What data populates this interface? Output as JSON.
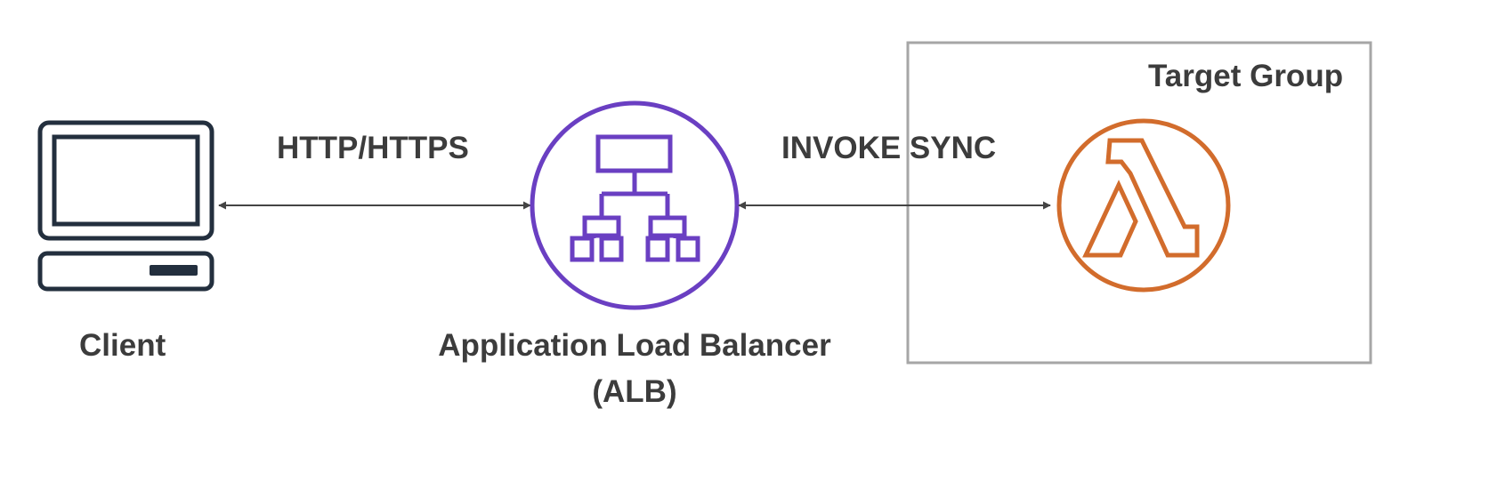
{
  "labels": {
    "client": "Client",
    "protocol": "HTTP/HTTPS",
    "alb_line1": "Application Load Balancer",
    "alb_line2": "(ALB)",
    "invoke": "INVOKE SYNC",
    "target_group": "Target Group"
  },
  "icons": {
    "client": "desktop-computer-icon",
    "alb": "load-balancer-icon",
    "lambda": "lambda-icon"
  },
  "colors": {
    "text": "#3c3c3c",
    "alb": "#6a3fc2",
    "lambda": "#d26c2c",
    "client": "#232f3e",
    "box_border": "#a6a6a6",
    "arrow": "#444444"
  }
}
